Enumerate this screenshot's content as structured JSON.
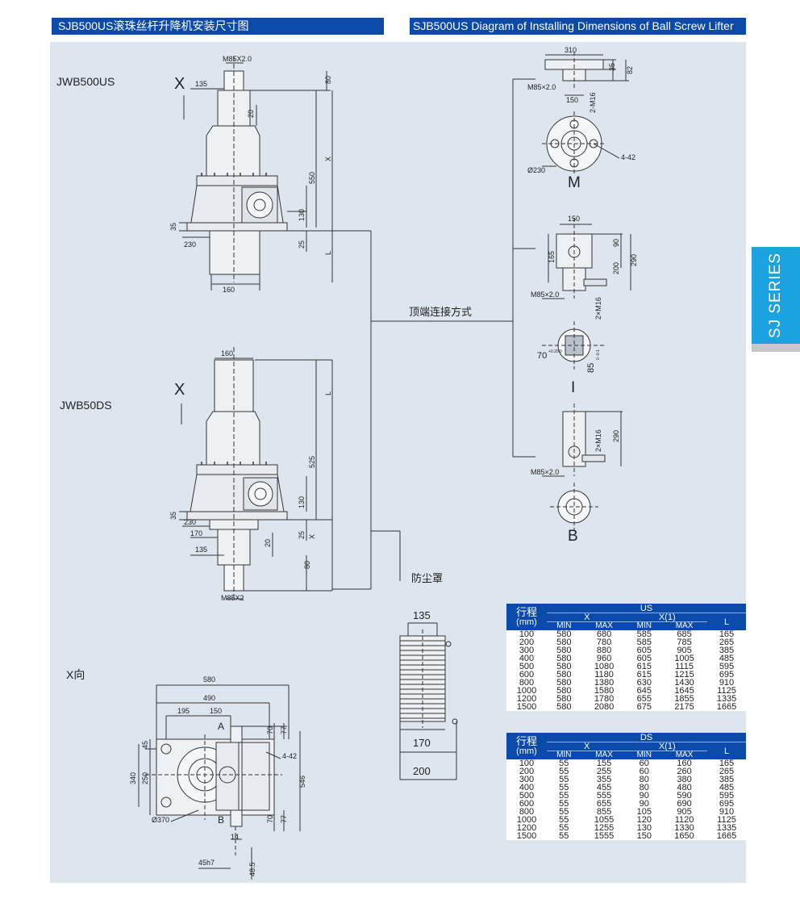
{
  "header": {
    "left_title": "SJB500US滚珠丝杆升降机安装尺寸图",
    "right_title": "SJB500US Diagram of Installing Dimensions of Ball Screw Lifter"
  },
  "side_tab": {
    "label": "SJ SERIES"
  },
  "colors": {
    "header_blue": "#0b4aa8",
    "panel": "#dde6ef",
    "tab_blue": "#1aa3e0"
  },
  "diagrams": {
    "jwb500us": {
      "title": "JWB500US",
      "x_mark": "X",
      "dims": {
        "thread": "M85X2.0",
        "d135": "135",
        "d80": "80",
        "d20": "20",
        "d550": "550",
        "dx": "X",
        "d130": "130",
        "d35": "35",
        "d230": "230",
        "d25": "25",
        "dl": "L",
        "d160": "160"
      }
    },
    "jwb50ds": {
      "title": "JWB50DS",
      "x_mark": "X",
      "dims": {
        "d160": "160",
        "dl": "L",
        "d525": "525",
        "d130": "130",
        "d35": "35",
        "d230": "230",
        "d170": "170",
        "d25": "25",
        "dx": "X",
        "d135": "135",
        "d20": "20",
        "d80": "80",
        "thread": "M85X2"
      }
    },
    "top_connection_label": "顶端连接方式",
    "dust_cover_label": "防尘罩",
    "view_m": {
      "d310": "310",
      "d35": "35",
      "d82": "82",
      "thread": "M85×2.0",
      "d150": "150",
      "m16": "2-M16",
      "holes": "4-42",
      "dia": "Ø230",
      "name": "M"
    },
    "view_i": {
      "d150": "150",
      "d90": "90",
      "d165": "165",
      "d200": "200",
      "d290": "290",
      "thread": "M85×2.0",
      "m16": "2×M16",
      "d70": "70",
      "tol70": "+0.20 0",
      "d85": "85",
      "tol85": "0 -0.1",
      "name": "I"
    },
    "view_b": {
      "m16": "2×M16",
      "d290": "290",
      "thread": "M85×2.0",
      "name": "B"
    },
    "x_view": {
      "title": "X向",
      "dims": {
        "d580": "580",
        "d490": "490",
        "d195": "195",
        "d150": "150",
        "a": "A",
        "b": "B",
        "d70a": "70",
        "d77a": "77",
        "holes": "4-42",
        "d45": "45",
        "d340": "340",
        "d250": "250",
        "d546": "546",
        "dia": "Ø370",
        "d70b": "70",
        "d77b": "77",
        "d14": "14",
        "key": "45h7",
        "d485": "48.5"
      }
    },
    "bellows": {
      "d135": "135",
      "d170": "170",
      "d200": "200"
    }
  },
  "tables": {
    "us": {
      "stroke_header": "行程",
      "unit": "(mm)",
      "group": "US",
      "cols": [
        "X",
        "X(1)",
        "L"
      ],
      "sub": [
        "MIN",
        "MAX",
        "MIN",
        "MAX"
      ],
      "rows": [
        [
          "100",
          "580",
          "680",
          "585",
          "685",
          "165"
        ],
        [
          "200",
          "580",
          "780",
          "585",
          "785",
          "265"
        ],
        [
          "300",
          "580",
          "880",
          "605",
          "905",
          "385"
        ],
        [
          "400",
          "580",
          "960",
          "605",
          "1005",
          "485"
        ],
        [
          "500",
          "580",
          "1080",
          "615",
          "1115",
          "595"
        ],
        [
          "600",
          "580",
          "1180",
          "615",
          "1215",
          "695"
        ],
        [
          "800",
          "580",
          "1380",
          "630",
          "1430",
          "910"
        ],
        [
          "1000",
          "580",
          "1580",
          "645",
          "1645",
          "1125"
        ],
        [
          "1200",
          "580",
          "1780",
          "655",
          "1855",
          "1335"
        ],
        [
          "1500",
          "580",
          "2080",
          "675",
          "2175",
          "1665"
        ]
      ]
    },
    "ds": {
      "stroke_header": "行程",
      "unit": "(mm)",
      "group": "DS",
      "cols": [
        "X",
        "X(1)",
        "L"
      ],
      "sub": [
        "MIN",
        "MAX",
        "MIN",
        "MAX"
      ],
      "rows": [
        [
          "100",
          "55",
          "155",
          "60",
          "160",
          "165"
        ],
        [
          "200",
          "55",
          "255",
          "60",
          "260",
          "265"
        ],
        [
          "300",
          "55",
          "355",
          "80",
          "380",
          "385"
        ],
        [
          "400",
          "55",
          "455",
          "80",
          "480",
          "485"
        ],
        [
          "500",
          "55",
          "555",
          "90",
          "590",
          "595"
        ],
        [
          "600",
          "55",
          "655",
          "90",
          "690",
          "695"
        ],
        [
          "800",
          "55",
          "855",
          "105",
          "905",
          "910"
        ],
        [
          "1000",
          "55",
          "1055",
          "120",
          "1120",
          "1125"
        ],
        [
          "1200",
          "55",
          "1255",
          "130",
          "1330",
          "1335"
        ],
        [
          "1500",
          "55",
          "1555",
          "150",
          "1650",
          "1665"
        ]
      ]
    }
  }
}
